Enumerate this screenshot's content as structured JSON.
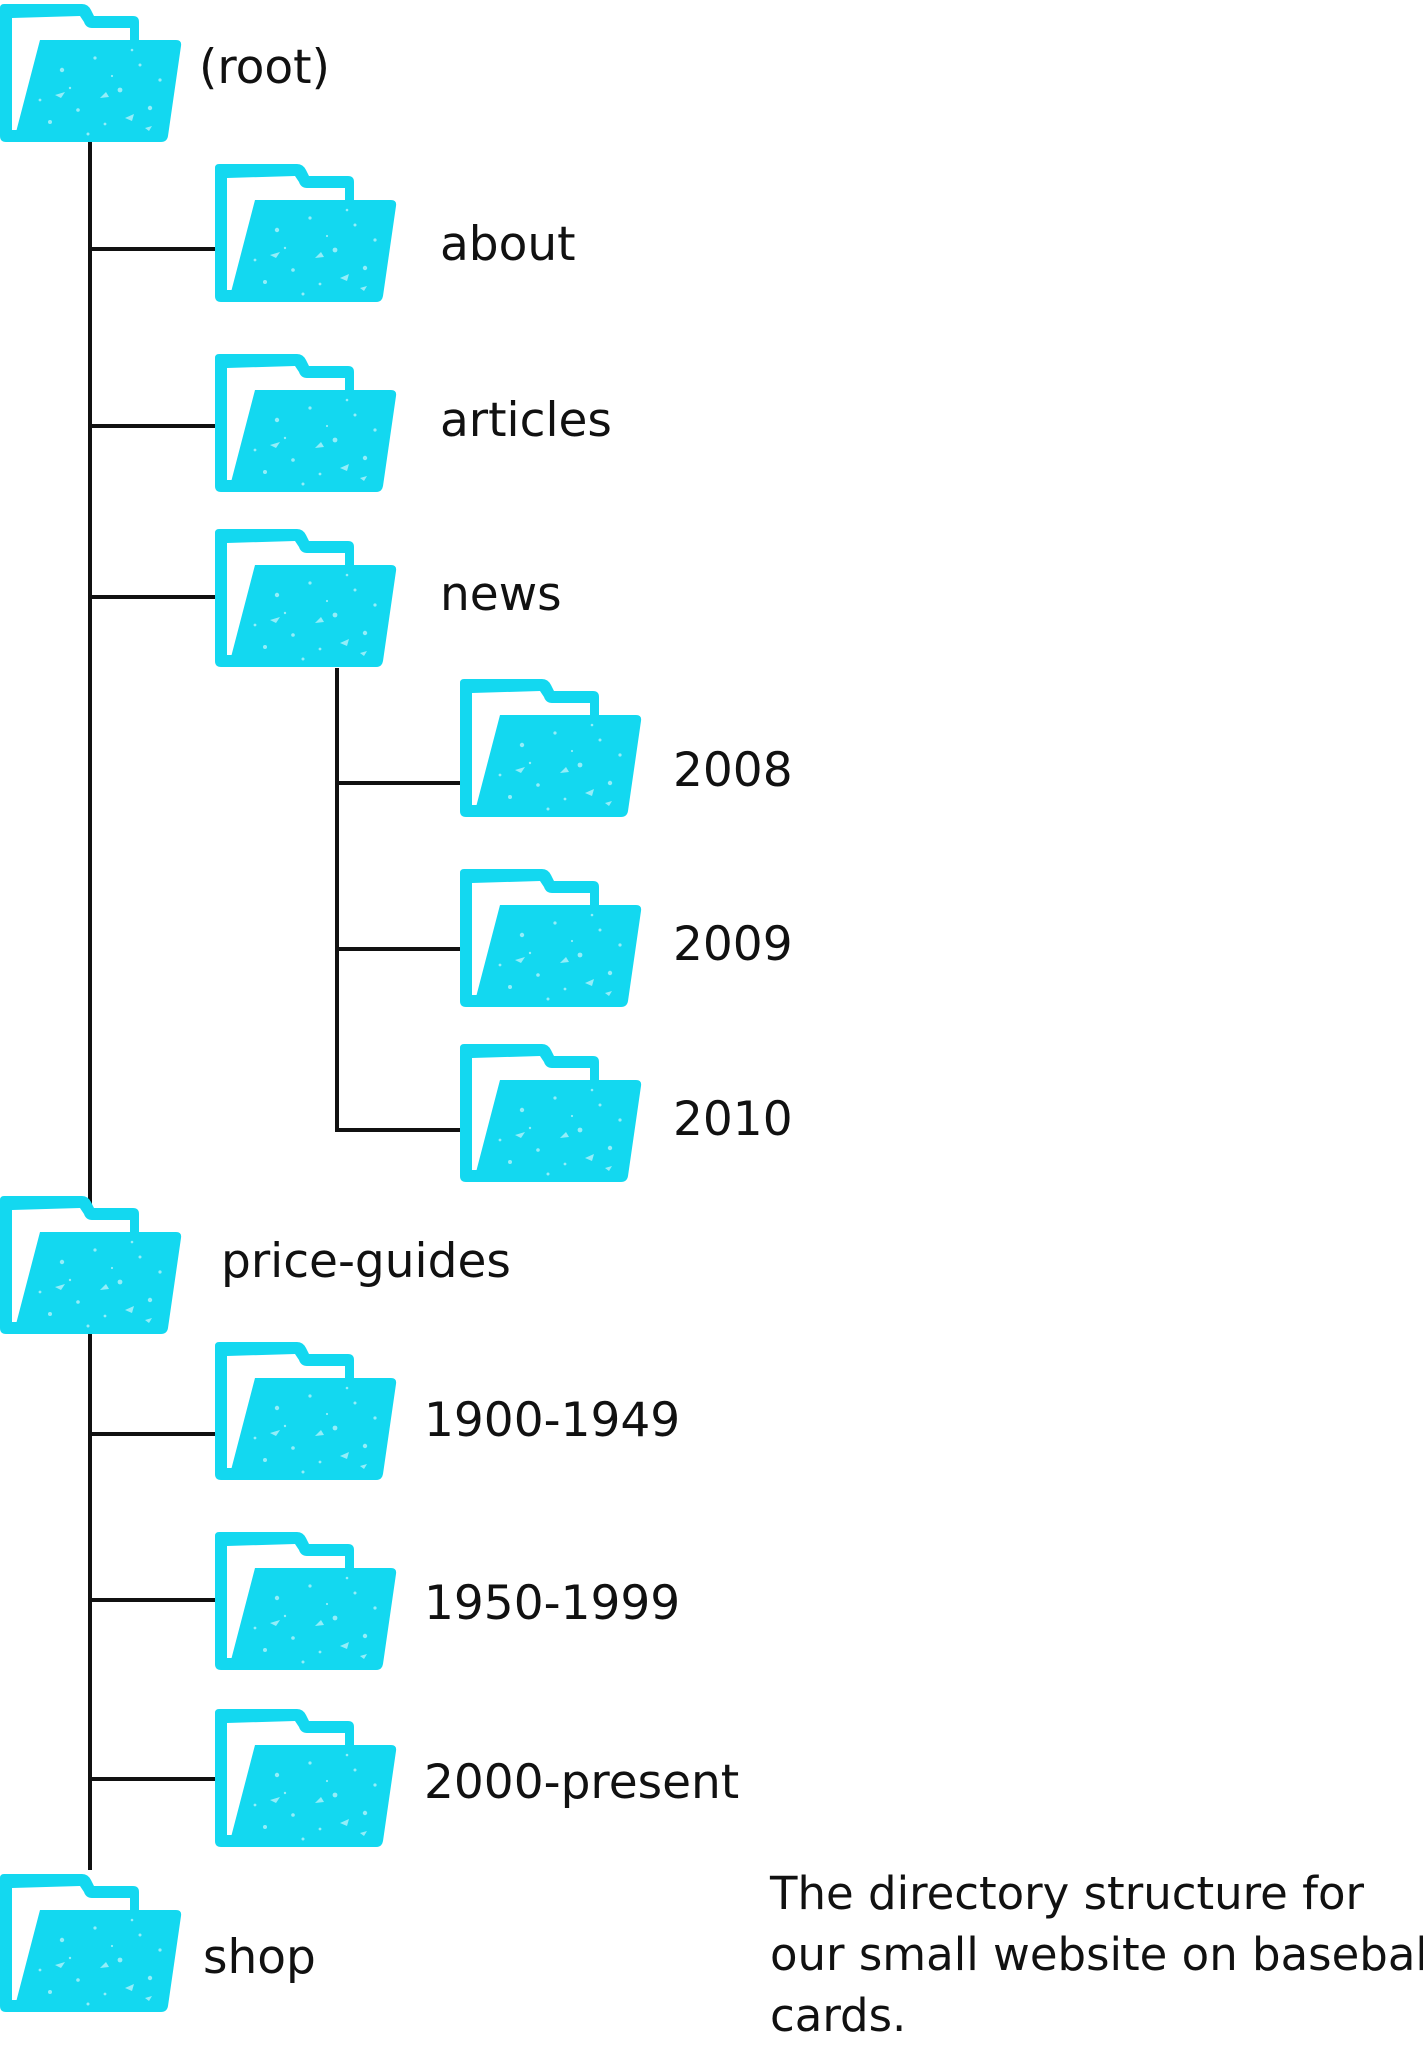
{
  "colors": {
    "folder": "#13d8f0",
    "line": "#111111",
    "text": "#111111",
    "background": "#ffffff"
  },
  "icons": {
    "folder": "folder-icon"
  },
  "tree": {
    "root": "(root)",
    "about": "about",
    "articles": "articles",
    "news": "news",
    "news_2008": "2008",
    "news_2009": "2009",
    "news_2010": "2010",
    "price_guides": "price-guides",
    "pg_1900": "1900-1949",
    "pg_1950": "1950-1999",
    "pg_2000": "2000-present",
    "shop": "shop"
  },
  "caption": {
    "line1": "The directory structure for",
    "line2": "our small website on baseball",
    "line3": "cards."
  }
}
